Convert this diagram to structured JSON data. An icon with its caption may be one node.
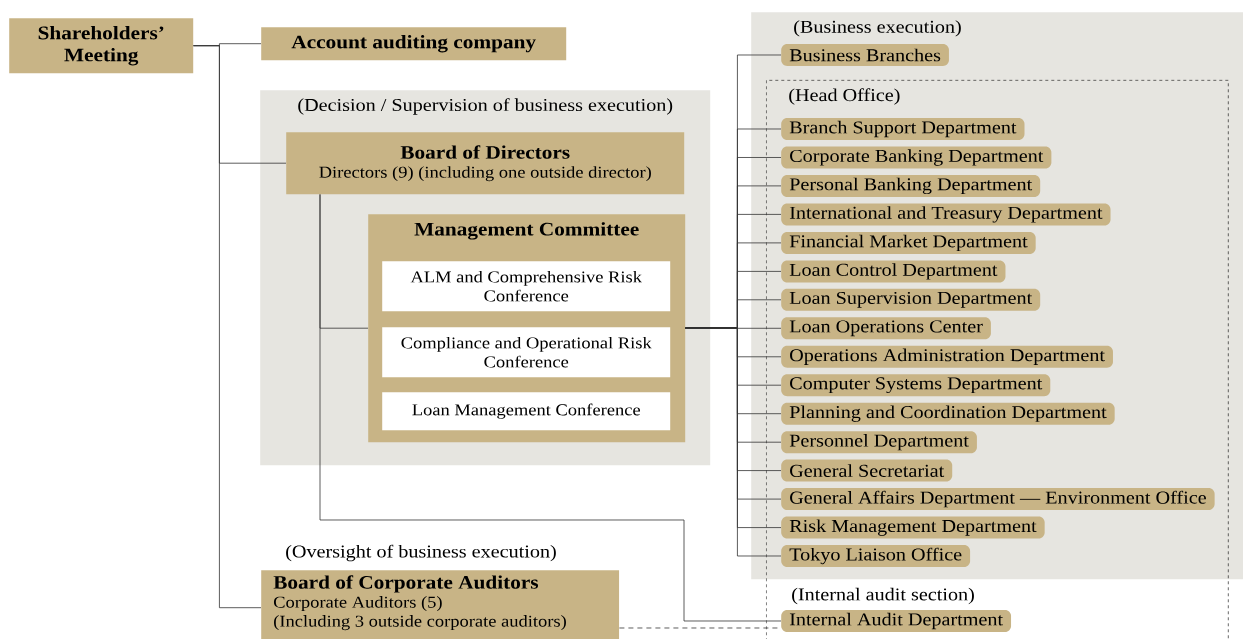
{
  "diagram": {
    "nodes": [
      {
        "text": [
          "Shareholders’ Meeting"
        ]
      },
      {
        "text": [
          "Account auditing company"
        ]
      },
      {
        "text": [
          "(Decision / Supervision of business execution)"
        ]
      },
      {
        "text": [
          "Board of Directors",
          "Directors (9) (including one outside director)"
        ],
        "in": 2
      },
      {
        "text": [
          "Management Committee"
        ],
        "in": 2
      },
      {
        "text": [
          "ALM and Comprehensive Risk Conference"
        ],
        "in": 4
      },
      {
        "text": [
          "Compliance and Operational Risk Conference"
        ],
        "in": 4
      },
      {
        "text": [
          "Loan Management Conference"
        ],
        "in": 4
      },
      {
        "text": [
          "(Business execution)"
        ]
      },
      {
        "text": [
          "Business Branches"
        ],
        "in": 8
      },
      {
        "text": [
          "(Head Office)"
        ]
      },
      {
        "text": [
          "Branch Support Department"
        ],
        "in": 10
      },
      {
        "text": [
          "Corporate Banking Department"
        ],
        "in": 10
      },
      {
        "text": [
          "Personal Banking Department"
        ],
        "in": 10
      },
      {
        "text": [
          "International and Treasury Department"
        ],
        "in": 10
      },
      {
        "text": [
          "Financial Market Department"
        ],
        "in": 10
      },
      {
        "text": [
          "Loan Control Department"
        ],
        "in": 10
      },
      {
        "text": [
          "Loan Supervision Department"
        ],
        "in": 10
      },
      {
        "text": [
          "Loan Operations Center"
        ],
        "in": 10
      },
      {
        "text": [
          "Operations Administration Department"
        ],
        "in": 10
      },
      {
        "text": [
          "Computer Systems Department"
        ],
        "in": 10
      },
      {
        "text": [
          "Planning and Coordination Department"
        ],
        "in": 10
      },
      {
        "text": [
          "Personnel Department"
        ],
        "in": 10
      },
      {
        "text": [
          "General Secretariat"
        ],
        "in": 10
      },
      {
        "text": [
          "General Affairs Department — Environment Office"
        ],
        "in": 10
      },
      {
        "text": [
          "Risk Management Department"
        ],
        "in": 10
      },
      {
        "text": [
          "Tokyo Liaison Office"
        ],
        "in": 10
      },
      {
        "text": [
          "Board of Corporate Auditors",
          "Corporate Auditors (5)",
          "(Including 3 outside corporate auditors)"
        ],
        "beside": [
          "(Oversight of business execution)"
        ]
      },
      {
        "text": [
          "Internal Audit Department"
        ],
        "in": 10,
        "beside": [
          "(Internal audit section)"
        ]
      }
    ],
    "edges": [
      {
        "from": 0,
        "to": 1,
        "arrow": "none"
      },
      {
        "from": 0,
        "to": 3,
        "arrow": "none"
      },
      {
        "from": 0,
        "to": 27,
        "arrow": "none"
      },
      {
        "from": 3,
        "to": 4,
        "arrow": "none"
      },
      {
        "from": 3,
        "to": 28,
        "arrow": "none"
      },
      {
        "from": 4,
        "to": 9,
        "arrow": "none"
      },
      {
        "from": 4,
        "to": 11,
        "arrow": "none"
      },
      {
        "from": 4,
        "to": 12,
        "arrow": "none"
      },
      {
        "from": 4,
        "to": 13,
        "arrow": "none"
      },
      {
        "from": 4,
        "to": 14,
        "arrow": "none"
      },
      {
        "from": 4,
        "to": 15,
        "arrow": "none"
      },
      {
        "from": 4,
        "to": 16,
        "arrow": "none"
      },
      {
        "from": 4,
        "to": 17,
        "arrow": "none"
      },
      {
        "from": 4,
        "to": 18,
        "arrow": "none"
      },
      {
        "from": 4,
        "to": 19,
        "arrow": "none"
      },
      {
        "from": 4,
        "to": 20,
        "arrow": "none"
      },
      {
        "from": 4,
        "to": 21,
        "arrow": "none"
      },
      {
        "from": 4,
        "to": 22,
        "arrow": "none"
      },
      {
        "from": 4,
        "to": 23,
        "arrow": "none"
      },
      {
        "from": 4,
        "to": 24,
        "arrow": "none"
      },
      {
        "from": 4,
        "to": 25,
        "arrow": "none"
      },
      {
        "from": 4,
        "to": 26,
        "arrow": "none"
      },
      {
        "from": 27,
        "to": 28,
        "arrow": "none",
        "style": "dashed"
      }
    ]
  }
}
